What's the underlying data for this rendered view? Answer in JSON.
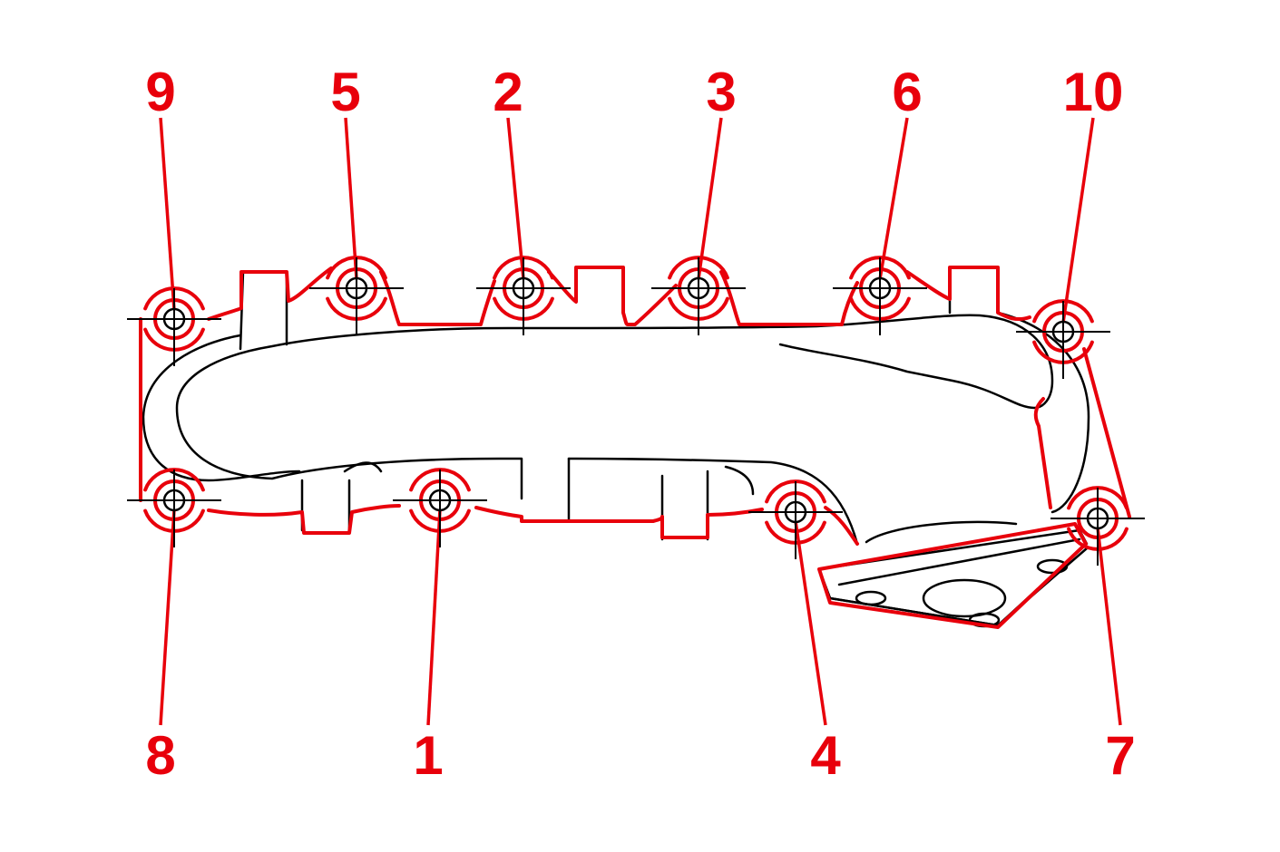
{
  "colors": {
    "accent": "#e8000b",
    "line": "#000000",
    "background": "#ffffff"
  },
  "bolts": [
    {
      "label": "1"
    },
    {
      "label": "2"
    },
    {
      "label": "3"
    },
    {
      "label": "4"
    },
    {
      "label": "5"
    },
    {
      "label": "6"
    },
    {
      "label": "7"
    },
    {
      "label": "8"
    },
    {
      "label": "9"
    },
    {
      "label": "10"
    }
  ]
}
